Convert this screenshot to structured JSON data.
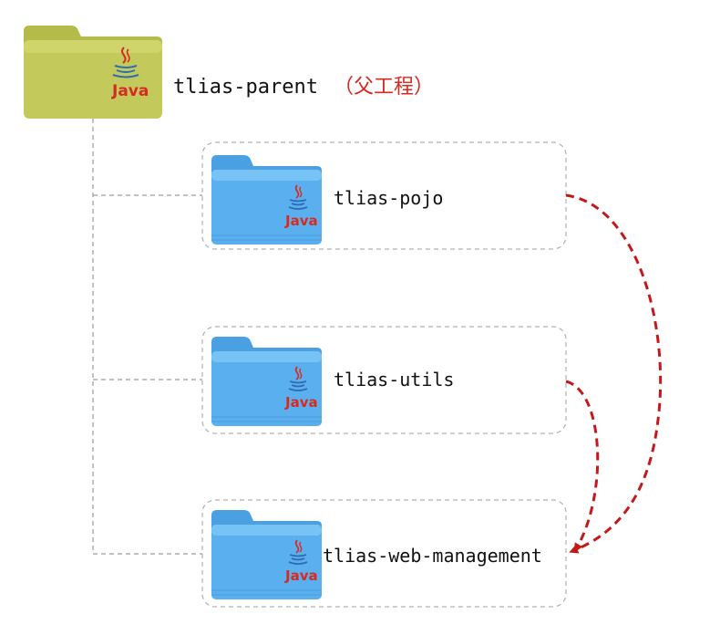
{
  "parent": {
    "name": "tlias-parent",
    "note": "（父工程）",
    "icon": "java-folder-olive-icon",
    "icon_badge": "Java",
    "folder_color": "#c3c95a"
  },
  "modules": [
    {
      "name": "tlias-pojo",
      "icon": "java-folder-blue-icon",
      "icon_badge": "Java"
    },
    {
      "name": "tlias-utils",
      "icon": "java-folder-blue-icon",
      "icon_badge": "Java"
    },
    {
      "name": "tlias-web-management",
      "icon": "java-folder-blue-icon",
      "icon_badge": "Java"
    }
  ],
  "dependencies": [
    {
      "from": "tlias-pojo",
      "to": "tlias-web-management"
    },
    {
      "from": "tlias-utils",
      "to": "tlias-web-management"
    }
  ],
  "colors": {
    "module_folder": "#5ab0ef",
    "dependency_arrow": "#c21a1a",
    "note": "#d9281f",
    "tree_line": "#9a9a9a"
  }
}
